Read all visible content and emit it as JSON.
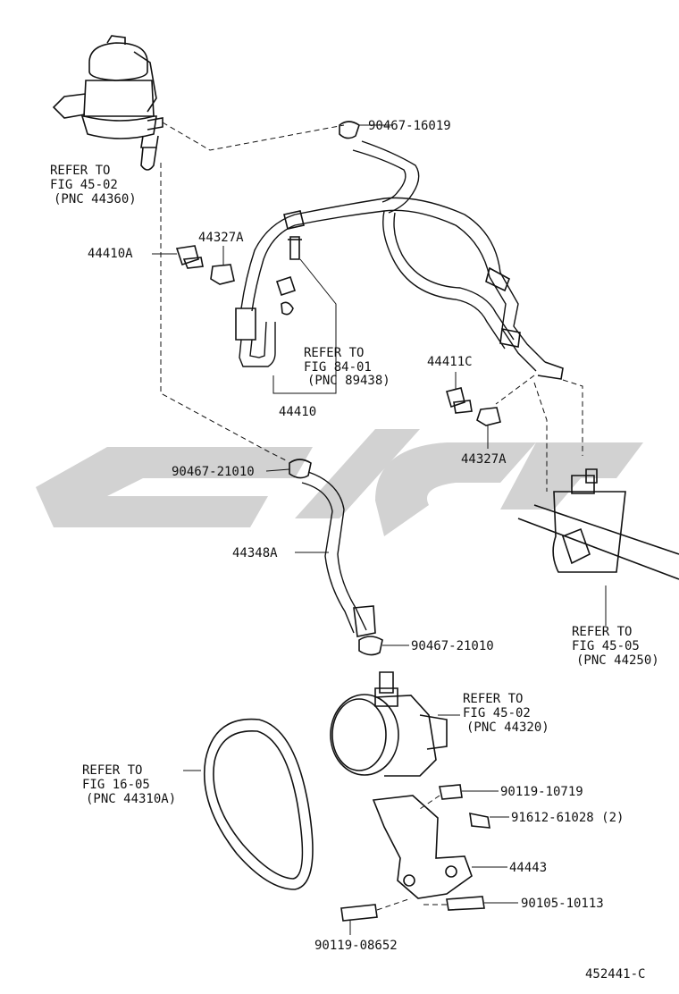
{
  "diagram": {
    "code": "452441-C",
    "watermark": "ث‌ی‌گ",
    "refer": {
      "reservoir": {
        "l1": "REFER TO",
        "l2": "FIG 45-02",
        "l3": "(PNC 44360)"
      },
      "pressure_pipe": {
        "l1": "REFER TO",
        "l2": "FIG 84-01",
        "l3": "(PNC 89438)"
      },
      "gear": {
        "l1": "REFER TO",
        "l2": "FIG 45-05",
        "l3": "(PNC 44250)"
      },
      "pump": {
        "l1": "REFER TO",
        "l2": "FIG 45-02",
        "l3": "(PNC 44320)"
      },
      "belt": {
        "l1": "REFER TO",
        "l2": "FIG 16-05",
        "l3": "(PNC 44310A)"
      }
    },
    "parts": {
      "clamp_top": "90467-16019",
      "clamp_upper": "44327A",
      "union_bolt_a": "44410A",
      "pipe": "44410",
      "union_bolt_c": "44411C",
      "clamp_lower": "44327A",
      "hose_clamp_1": "90467-21010",
      "return_hose": "44348A",
      "hose_clamp_2": "90467-21010",
      "bolt_10719": "90119-10719",
      "bolt_61028": "91612-61028 (2)",
      "bracket": "44443",
      "bolt_10113": "90105-10113",
      "bolt_08652": "90119-08652"
    }
  }
}
